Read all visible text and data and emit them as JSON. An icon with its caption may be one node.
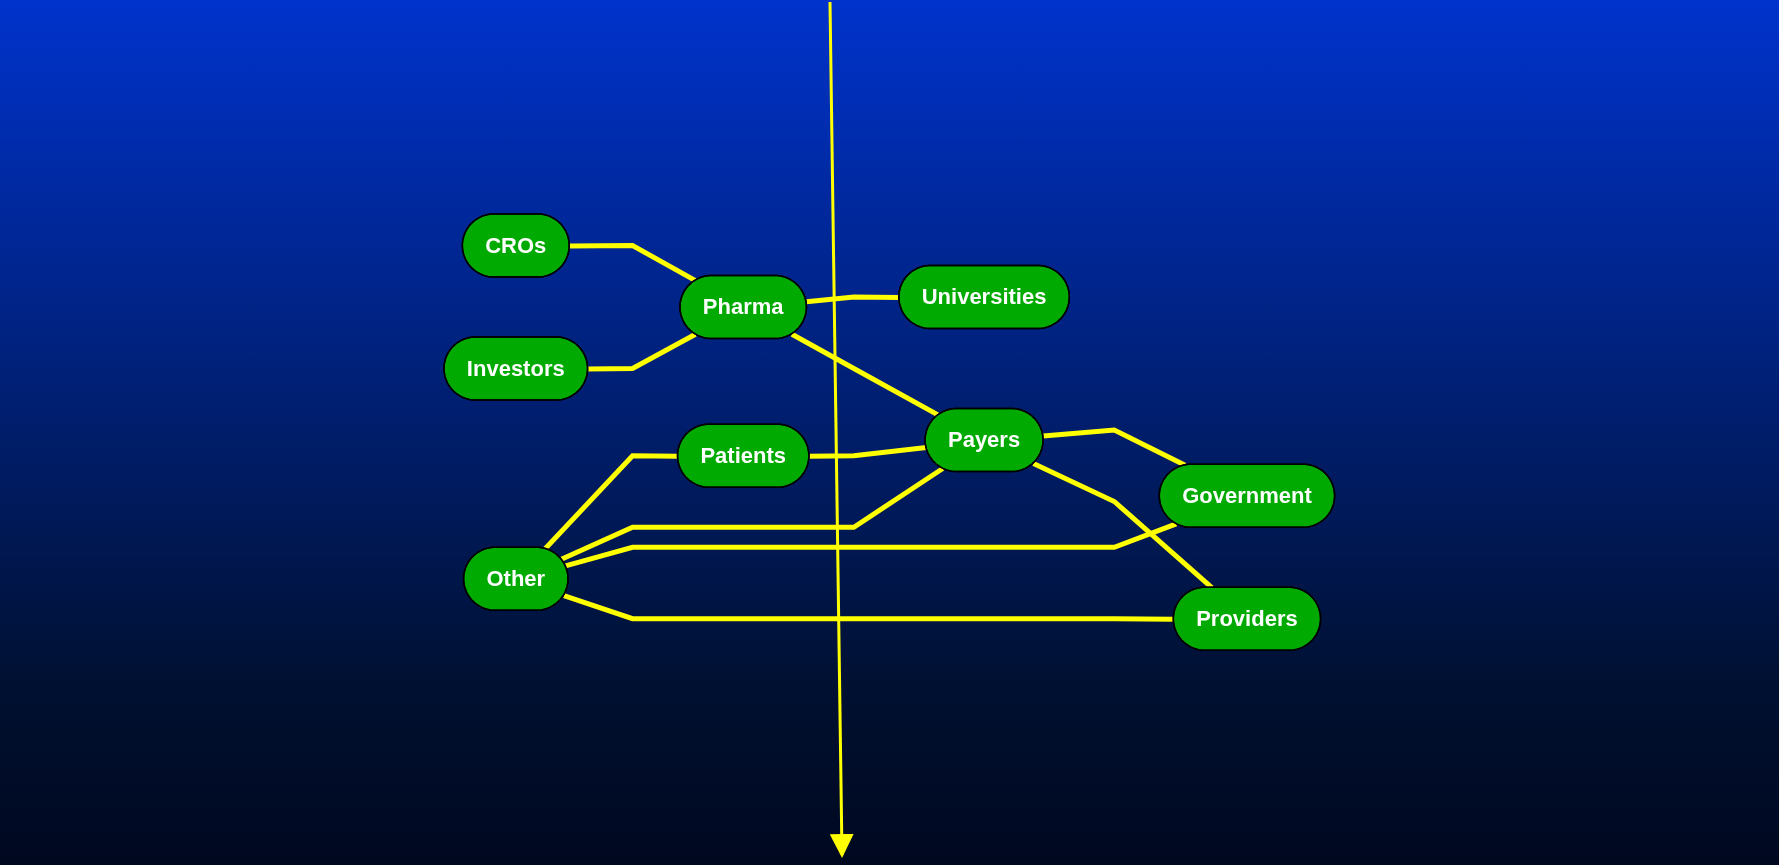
{
  "diagram": {
    "nodes": [
      {
        "text": [
          "CROs"
        ]
      },
      {
        "text": [
          "Patients"
        ]
      },
      {
        "text": [
          "Investors"
        ]
      },
      {
        "text": [
          "Pharma"
        ]
      },
      {
        "text": [
          "Payers"
        ]
      },
      {
        "text": [
          "Government"
        ]
      },
      {
        "text": [
          "Universities"
        ]
      },
      {
        "text": [
          "Providers"
        ]
      },
      {
        "text": [
          "Other"
        ]
      }
    ],
    "edges": [
      {
        "from": 0,
        "to": 3,
        "arrow": "none"
      },
      {
        "from": 2,
        "to": 3,
        "arrow": "none"
      },
      {
        "from": 3,
        "to": 6,
        "arrow": "none"
      },
      {
        "from": 3,
        "to": 4,
        "arrow": "none"
      },
      {
        "from": 1,
        "to": 4,
        "arrow": "none"
      },
      {
        "from": 4,
        "to": 5,
        "arrow": "none"
      },
      {
        "from": 4,
        "to": 7,
        "arrow": "none"
      },
      {
        "from": 8,
        "to": 1,
        "arrow": "none"
      },
      {
        "from": 8,
        "to": 4,
        "arrow": "none"
      },
      {
        "from": 8,
        "to": 5,
        "arrow": "none"
      },
      {
        "from": 8,
        "to": 7,
        "arrow": "none"
      }
    ]
  }
}
